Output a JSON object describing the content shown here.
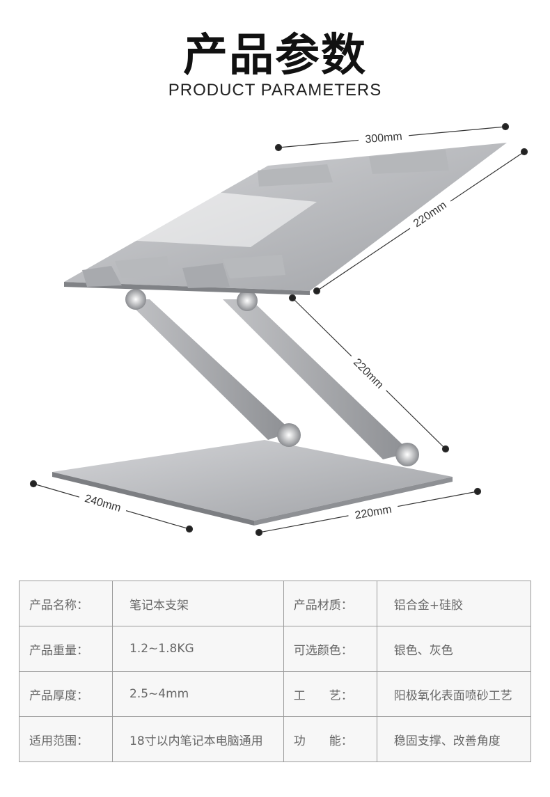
{
  "header": {
    "title": "产品参数",
    "subtitle": "PRODUCT PARAMETERS"
  },
  "dimensions": {
    "top_width": "300mm",
    "top_depth": "220mm",
    "arm_length": "220mm",
    "base_depth": "240mm",
    "base_width": "220mm"
  },
  "specs": [
    [
      {
        "label": "产品名称：",
        "value": "笔记本支架"
      },
      {
        "label": "产品材质：",
        "value": "铝合金+硅胶"
      }
    ],
    [
      {
        "label": "产品重量：",
        "value": "1.2~1.8KG"
      },
      {
        "label": "可选颜色：",
        "value": "银色、灰色"
      }
    ],
    [
      {
        "label": "产品厚度：",
        "value": "2.5~4mm"
      },
      {
        "label": "工　　艺：",
        "value": "阳极氧化表面喷砂工艺"
      }
    ],
    [
      {
        "label": "适用范围：",
        "value": "18寸以内笔记本电脑通用"
      },
      {
        "label": "功　　能：",
        "value": "稳固支撑、改善角度"
      }
    ]
  ]
}
